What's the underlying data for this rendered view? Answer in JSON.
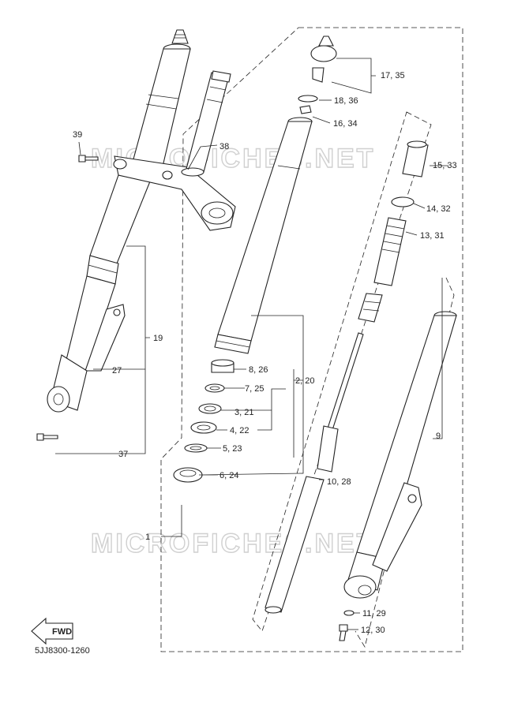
{
  "diagram_code": "5JJ8300-1260",
  "watermark": "MICROFICHES.NET",
  "fwd_label": "FWD",
  "callouts": {
    "c39": "39",
    "c38": "38",
    "c17": "17, 35",
    "c18": "18, 36",
    "c16": "16, 34",
    "c15": "15, 33",
    "c14": "14, 32",
    "c13": "13, 31",
    "c19": "19",
    "c27": "27",
    "c37": "37",
    "c8": "8, 26",
    "c2": "2, 20",
    "c7": "7, 25",
    "c3": "3, 21",
    "c4": "4, 22",
    "c5": "5, 23",
    "c6": "6, 24",
    "c9": "9",
    "c10": "10, 28",
    "c1": "1",
    "c11": "11, 29",
    "c12": "12, 30"
  }
}
